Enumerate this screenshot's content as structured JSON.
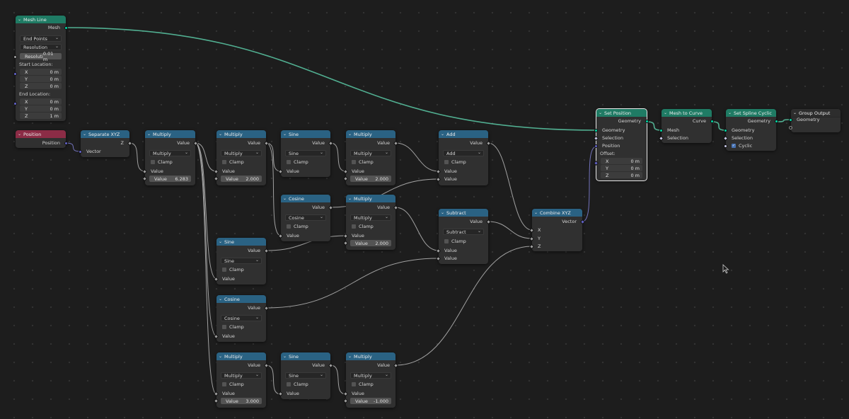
{
  "nodes": {
    "mesh_line": {
      "title": "Mesh Line",
      "output_mesh": "Mesh",
      "mode": "End Points",
      "count_mode": "Resolution",
      "resolution_label": "Resoluti",
      "resolution_value": "0.01 m",
      "start_location_label": "Start Location:",
      "start": [
        {
          "axis": "X",
          "value": "0 m"
        },
        {
          "axis": "Y",
          "value": "0 m"
        },
        {
          "axis": "Z",
          "value": "0 m"
        }
      ],
      "end_location_label": "End Location:",
      "end": [
        {
          "axis": "X",
          "value": "0 m"
        },
        {
          "axis": "Y",
          "value": "0 m"
        },
        {
          "axis": "Z",
          "value": "1 m"
        }
      ]
    },
    "position": {
      "title": "Position",
      "output": "Position"
    },
    "separate_xyz": {
      "title": "Separate XYZ",
      "output_z": "Z",
      "input_vector": "Vector"
    },
    "multiply_1": {
      "title": "Multiply",
      "output": "Value",
      "operation": "Multiply",
      "clamp": "Clamp",
      "input_value": "Value",
      "field_label": "Value",
      "field_value": "6.283"
    },
    "multiply_2": {
      "title": "Multiply",
      "output": "Value",
      "operation": "Multiply",
      "clamp": "Clamp",
      "input_value": "Value",
      "field_label": "Value",
      "field_value": "2.000"
    },
    "sine_1": {
      "title": "Sine",
      "output": "Value",
      "operation": "Sine",
      "clamp": "Clamp",
      "input_value": "Value"
    },
    "multiply_3": {
      "title": "Multiply",
      "output": "Value",
      "operation": "Multiply",
      "clamp": "Clamp",
      "input_value": "Value",
      "field_label": "Value",
      "field_value": "2.000"
    },
    "add": {
      "title": "Add",
      "output": "Value",
      "operation": "Add",
      "clamp": "Clamp",
      "input_a": "Value",
      "input_b": "Value"
    },
    "cosine_1": {
      "title": "Cosine",
      "output": "Value",
      "operation": "Cosine",
      "clamp": "Clamp",
      "input_value": "Value"
    },
    "multiply_4": {
      "title": "Multiply",
      "output": "Value",
      "operation": "Multiply",
      "clamp": "Clamp",
      "input_value": "Value",
      "field_label": "Value",
      "field_value": "2.000"
    },
    "subtract": {
      "title": "Subtract",
      "output": "Value",
      "operation": "Subtract",
      "clamp": "Clamp",
      "input_a": "Value",
      "input_b": "Value"
    },
    "sine_2": {
      "title": "Sine",
      "output": "Value",
      "operation": "Sine",
      "clamp": "Clamp",
      "input_value": "Value"
    },
    "cosine_2": {
      "title": "Cosine",
      "output": "Value",
      "operation": "Cosine",
      "clamp": "Clamp",
      "input_value": "Value"
    },
    "multiply_5": {
      "title": "Multiply",
      "output": "Value",
      "operation": "Multiply",
      "clamp": "Clamp",
      "input_value": "Value",
      "field_label": "Value",
      "field_value": "3.000"
    },
    "sine_3": {
      "title": "Sine",
      "output": "Value",
      "operation": "Sine",
      "clamp": "Clamp",
      "input_value": "Value"
    },
    "multiply_6": {
      "title": "Multiply",
      "output": "Value",
      "operation": "Multiply",
      "clamp": "Clamp",
      "input_value": "Value",
      "field_label": "Value",
      "field_value": "-1.000"
    },
    "combine_xyz": {
      "title": "Combine XYZ",
      "output": "Vector",
      "input_x": "X",
      "input_y": "Y",
      "input_z": "Z"
    },
    "set_position": {
      "title": "Set Position",
      "output": "Geometry",
      "input_geometry": "Geometry",
      "input_selection": "Selection",
      "input_position": "Position",
      "offset_label": "Offset:",
      "offset": [
        {
          "axis": "X",
          "value": "0 m"
        },
        {
          "axis": "Y",
          "value": "0 m"
        },
        {
          "axis": "Z",
          "value": "0 m"
        }
      ]
    },
    "mesh_to_curve": {
      "title": "Mesh to Curve",
      "output": "Curve",
      "input_mesh": "Mesh",
      "input_selection": "Selection"
    },
    "set_spline_cyclic": {
      "title": "Set Spline Cyclic",
      "output": "Geometry",
      "input_geometry": "Geometry",
      "input_selection": "Selection",
      "cyclic": "Cyclic"
    },
    "group_output": {
      "title": "Group Output",
      "input_geometry": "Geometry"
    }
  },
  "colors": {
    "geometry_socket": "#00d6a3",
    "float_socket": "#a1a1a1",
    "vector_socket": "#6363c7",
    "geometry_wire": "#5ac9a6",
    "float_wire": "#b8b8b8",
    "vector_wire": "#8282d8",
    "header_mesh": "#1f7b64",
    "header_input": "#8c2c46",
    "header_converter": "#2a6283"
  },
  "icons": {
    "collapse": "chevron-down-icon",
    "dropdown": "chevron-down-icon",
    "cursor": "mouse-cursor-icon"
  }
}
